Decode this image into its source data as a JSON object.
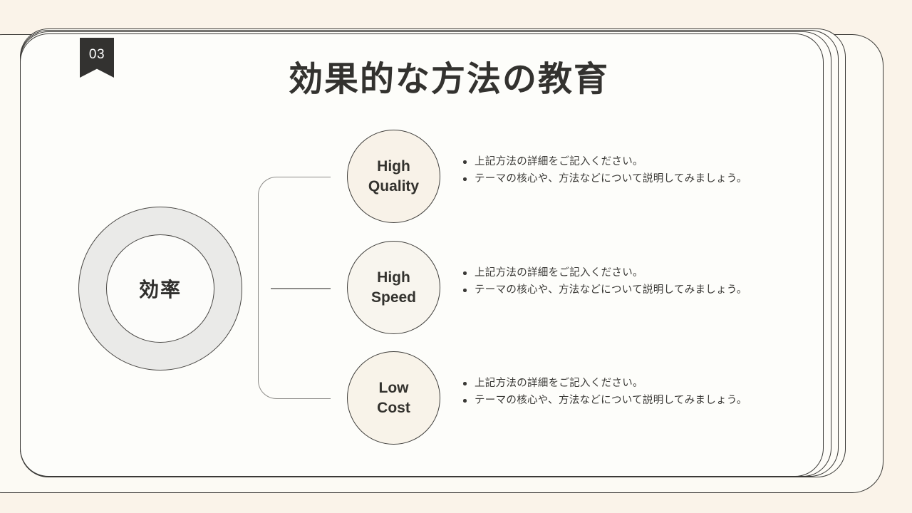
{
  "slide": {
    "section_number": "03",
    "title": "効果的な方法の教育",
    "background_color": "#faf3e9",
    "frame_color": "#3a3936",
    "accent_color": "#f8f2e8",
    "badge_color": "#333230"
  },
  "hub": {
    "label": "効率"
  },
  "rows": [
    {
      "bubble_line1": "High",
      "bubble_line2": "Quality",
      "bullets": [
        "上記方法の詳細をご記入ください。",
        "テーマの核心や、方法などについて説明してみましょう。"
      ]
    },
    {
      "bubble_line1": "High",
      "bubble_line2": "Speed",
      "bullets": [
        "上記方法の詳細をご記入ください。",
        "テーマの核心や、方法などについて説明してみましょう。"
      ]
    },
    {
      "bubble_line1": "Low",
      "bubble_line2": "Cost",
      "bullets": [
        "上記方法の詳細をご記入ください。",
        "テーマの核心や、方法などについて説明してみましょう。"
      ]
    }
  ]
}
